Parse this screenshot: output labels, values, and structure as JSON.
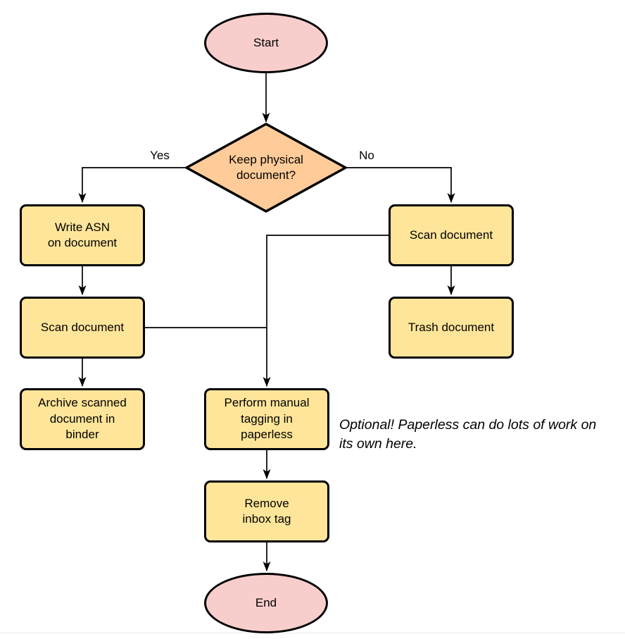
{
  "diagram": {
    "nodes": {
      "start": "Start",
      "decision": "Keep physical\ndocument?",
      "write_asn": "Write ASN\non document",
      "scan_keep": "Scan document",
      "archive": "Archive scanned\ndocument in\nbinder",
      "scan_trash": "Scan document",
      "trash": "Trash document",
      "tagging": "Perform manual\ntagging in\npaperless",
      "remove_inbox": "Remove\ninbox tag",
      "end": "End"
    },
    "edge_labels": {
      "yes": "Yes",
      "no": "No"
    },
    "note": "Optional! Paperless can do lots of work on\nits own here.",
    "colors": {
      "terminator_fill": "#f8cecc",
      "decision_fill": "#ffcc99",
      "process_fill": "#ffe599",
      "line": "#000000",
      "text": "#000000"
    }
  }
}
